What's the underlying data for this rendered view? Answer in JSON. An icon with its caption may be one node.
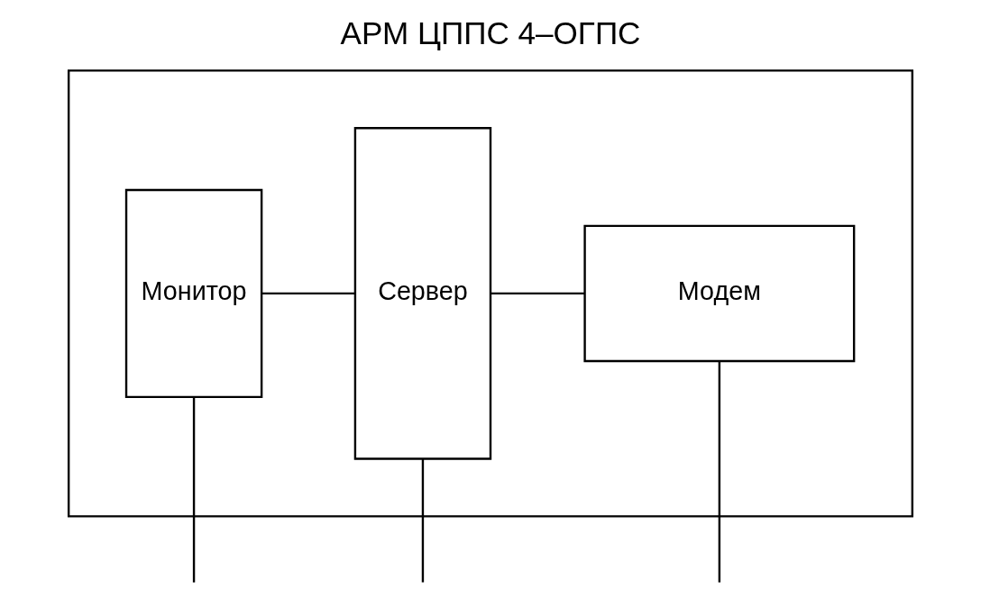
{
  "diagram": {
    "title": "АРМ ЦППС 4–ОГПС",
    "nodes": [
      {
        "text": [],
        "shape": "box"
      },
      {
        "text": [
          "Монитор"
        ],
        "in": 0
      },
      {
        "text": [
          "Сервер"
        ],
        "in": 0
      },
      {
        "text": [
          "Модем"
        ],
        "in": 0
      }
    ],
    "edges": [
      {
        "from": 1,
        "to": 2,
        "arrow": "none"
      },
      {
        "from": 2,
        "to": 3,
        "arrow": "none"
      },
      {
        "from": null,
        "to": 1,
        "arrow": "none"
      },
      {
        "from": null,
        "to": 2,
        "arrow": "none"
      },
      {
        "from": 3,
        "to": null,
        "arrow": "none"
      }
    ]
  }
}
